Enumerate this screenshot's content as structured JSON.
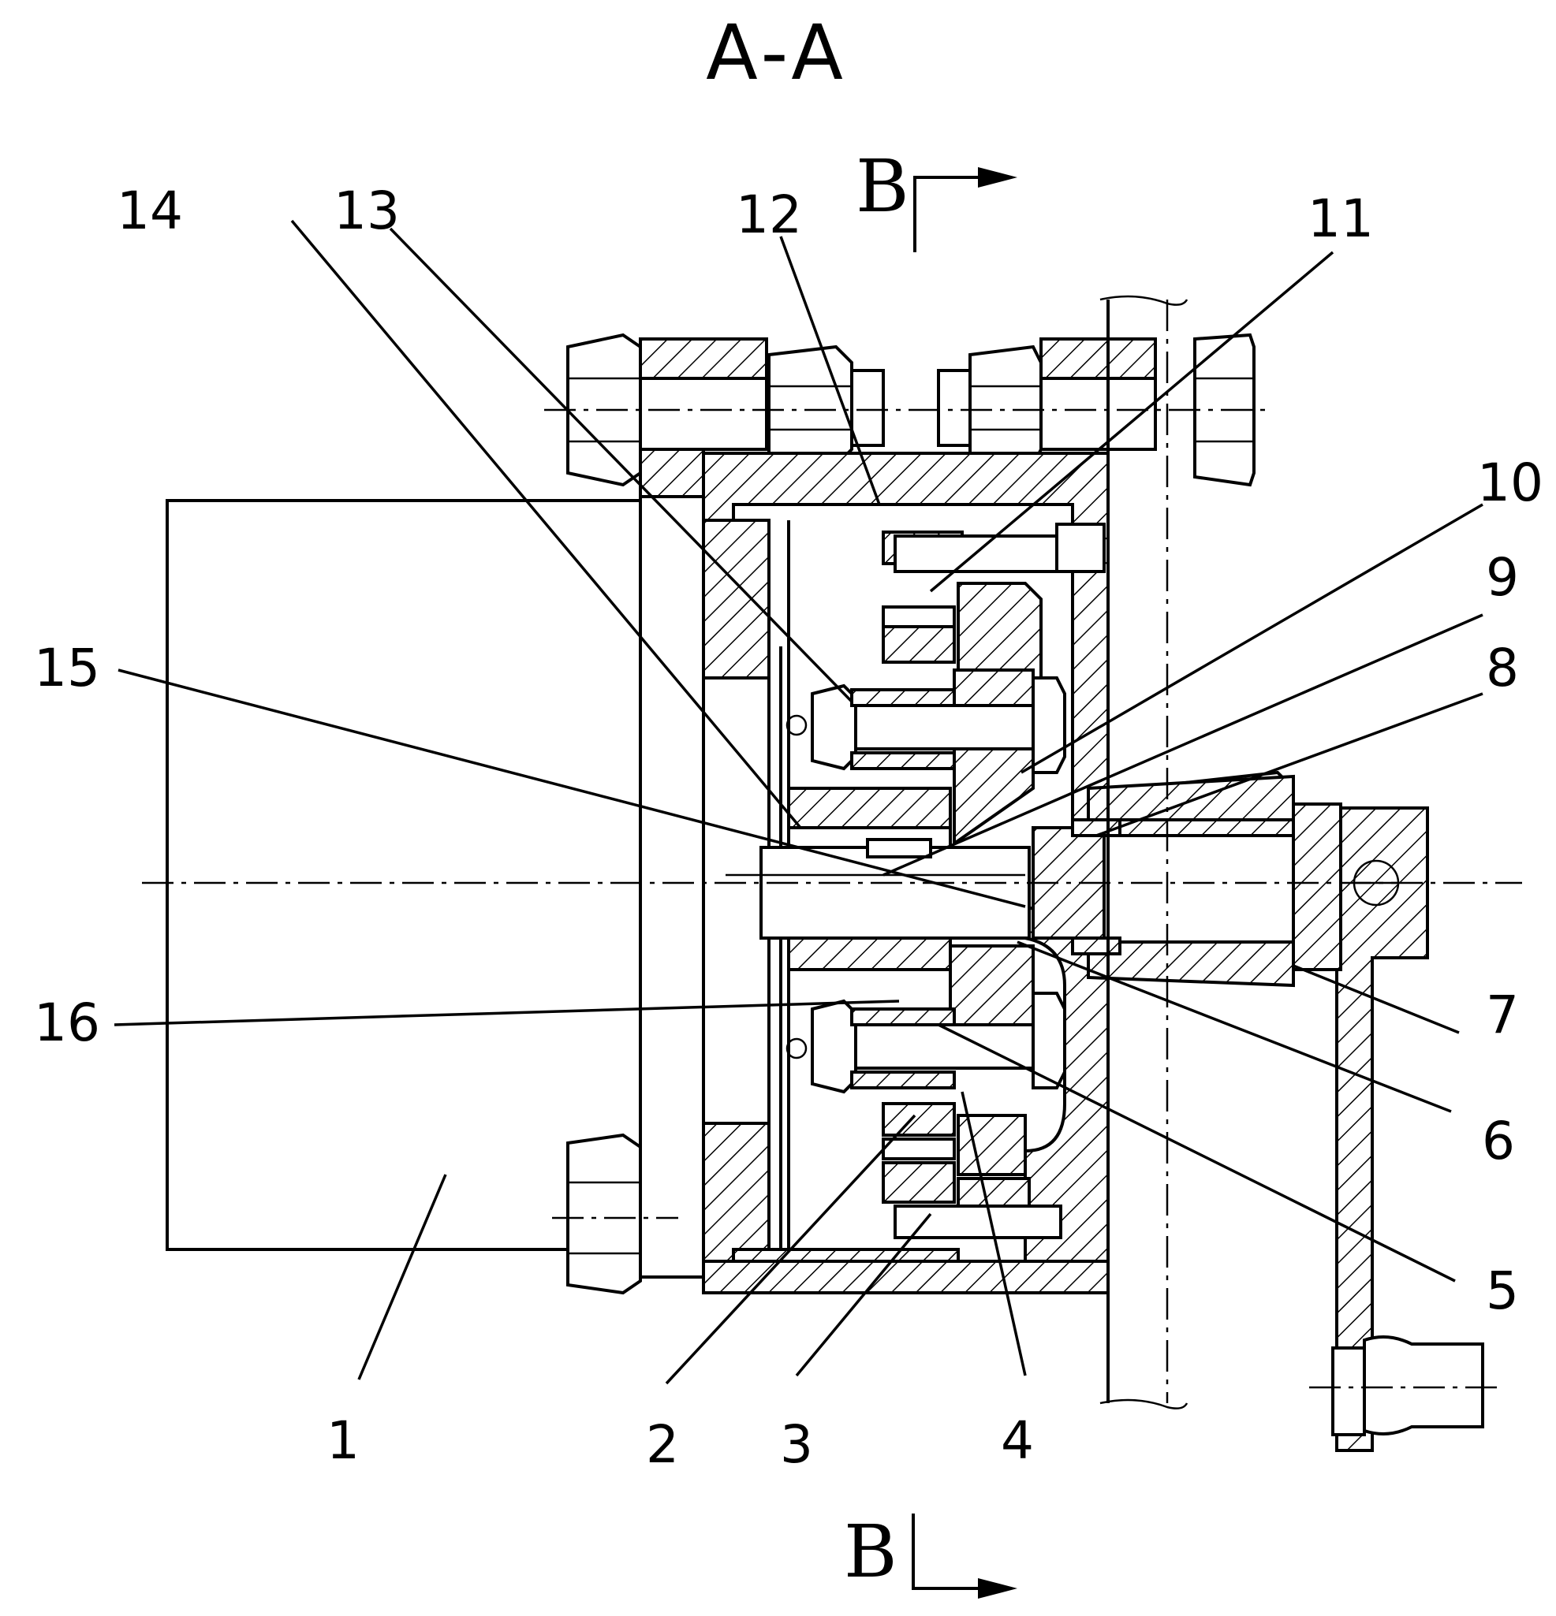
{
  "drawing": {
    "section_title": "A-A",
    "section_mark_top": "B",
    "section_mark_bottom": "B"
  },
  "labels": [
    {
      "id": "1",
      "text": "1"
    },
    {
      "id": "2",
      "text": "2"
    },
    {
      "id": "3",
      "text": "3"
    },
    {
      "id": "4",
      "text": "4"
    },
    {
      "id": "5",
      "text": "5"
    },
    {
      "id": "6",
      "text": "6"
    },
    {
      "id": "7",
      "text": "7"
    },
    {
      "id": "8",
      "text": "8"
    },
    {
      "id": "9",
      "text": "9"
    },
    {
      "id": "10",
      "text": "10"
    },
    {
      "id": "11",
      "text": "11"
    },
    {
      "id": "12",
      "text": "12"
    },
    {
      "id": "13",
      "text": "13"
    },
    {
      "id": "14",
      "text": "14"
    },
    {
      "id": "15",
      "text": "15"
    },
    {
      "id": "16",
      "text": "16"
    }
  ]
}
